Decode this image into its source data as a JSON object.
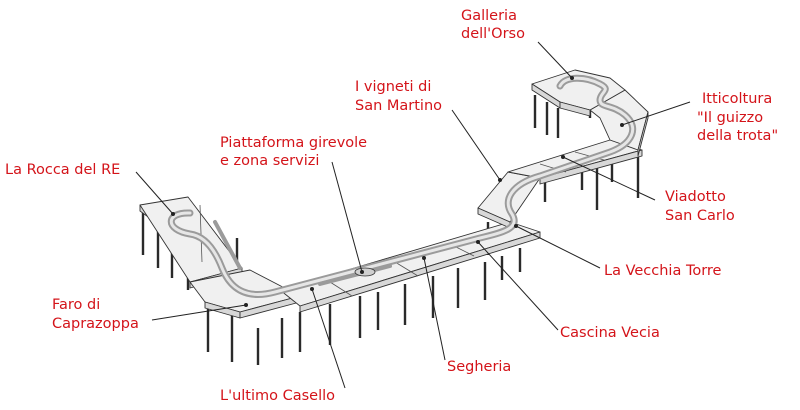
{
  "labels": {
    "galleria": [
      "Galleria",
      "dell'Orso"
    ],
    "vigneti": [
      "I vigneti di",
      "San Martino"
    ],
    "itticoltura": [
      "Itticoltura",
      "\"Il guizzo",
      "della trota\""
    ],
    "piattaforma": [
      "Piattaforma girevole",
      "e zona servizi"
    ],
    "rocca": [
      "La Rocca del RE"
    ],
    "viadotto": [
      "Viadotto",
      "San Carlo"
    ],
    "vecchia_torre": [
      "La Vecchia Torre"
    ],
    "faro": [
      "Faro di",
      "Caprazoppa"
    ],
    "cascina": [
      "Cascina Vecia"
    ],
    "segheria": [
      "Segheria"
    ],
    "casello": [
      "L'ultimo Casello"
    ]
  },
  "colors": {
    "label": "#d4141a",
    "leader": "#222222",
    "structure": "#333333"
  }
}
